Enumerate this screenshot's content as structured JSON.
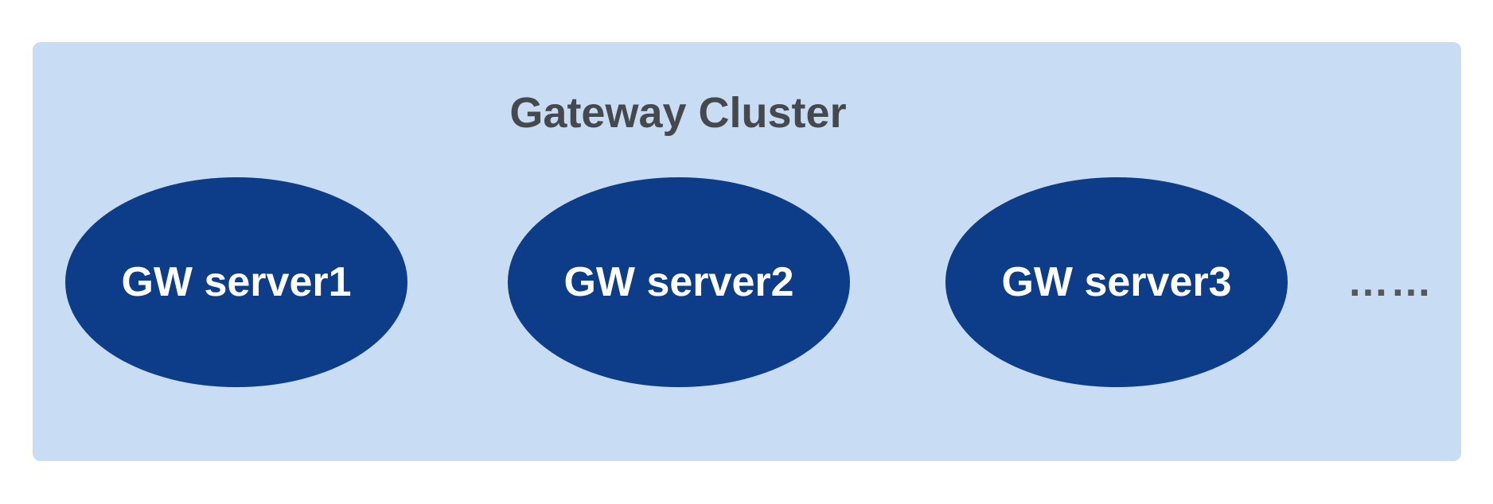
{
  "diagram": {
    "cluster": {
      "label": "Gateway Cluster",
      "nodes": [
        {
          "label": "GW server1"
        },
        {
          "label": "GW server2"
        },
        {
          "label": "GW server3"
        }
      ],
      "ellipsis": "……"
    },
    "colors": {
      "page_bg": "#ffffff",
      "cluster_bg": "#c8dcf3",
      "node_fill": "#0d3d89",
      "node_text": "#ffffff",
      "title_text": "#45494e",
      "ellipsis_text": "#54585d"
    }
  }
}
